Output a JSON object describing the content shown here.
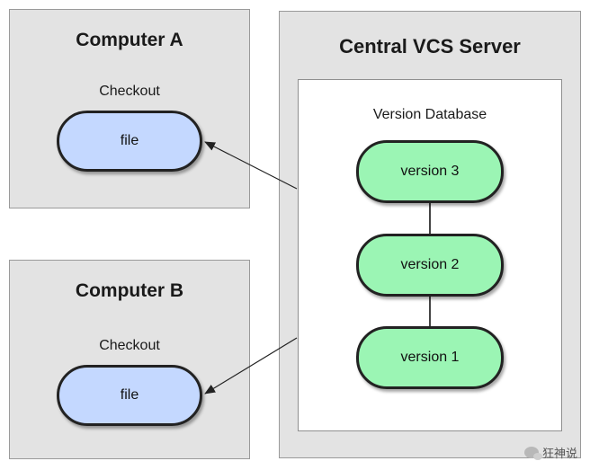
{
  "computer_a": {
    "title": "Computer A",
    "checkout_label": "Checkout",
    "file_label": "file"
  },
  "computer_b": {
    "title": "Computer B",
    "checkout_label": "Checkout",
    "file_label": "file"
  },
  "server": {
    "title": "Central VCS Server",
    "database_label": "Version Database",
    "versions": [
      "version 3",
      "version 2",
      "version 1"
    ]
  },
  "watermark": {
    "text": "狂神说"
  },
  "colors": {
    "panel": "#e3e3e3",
    "file_pill": "#c4d8ff",
    "version_pill": "#9bf5b4"
  }
}
